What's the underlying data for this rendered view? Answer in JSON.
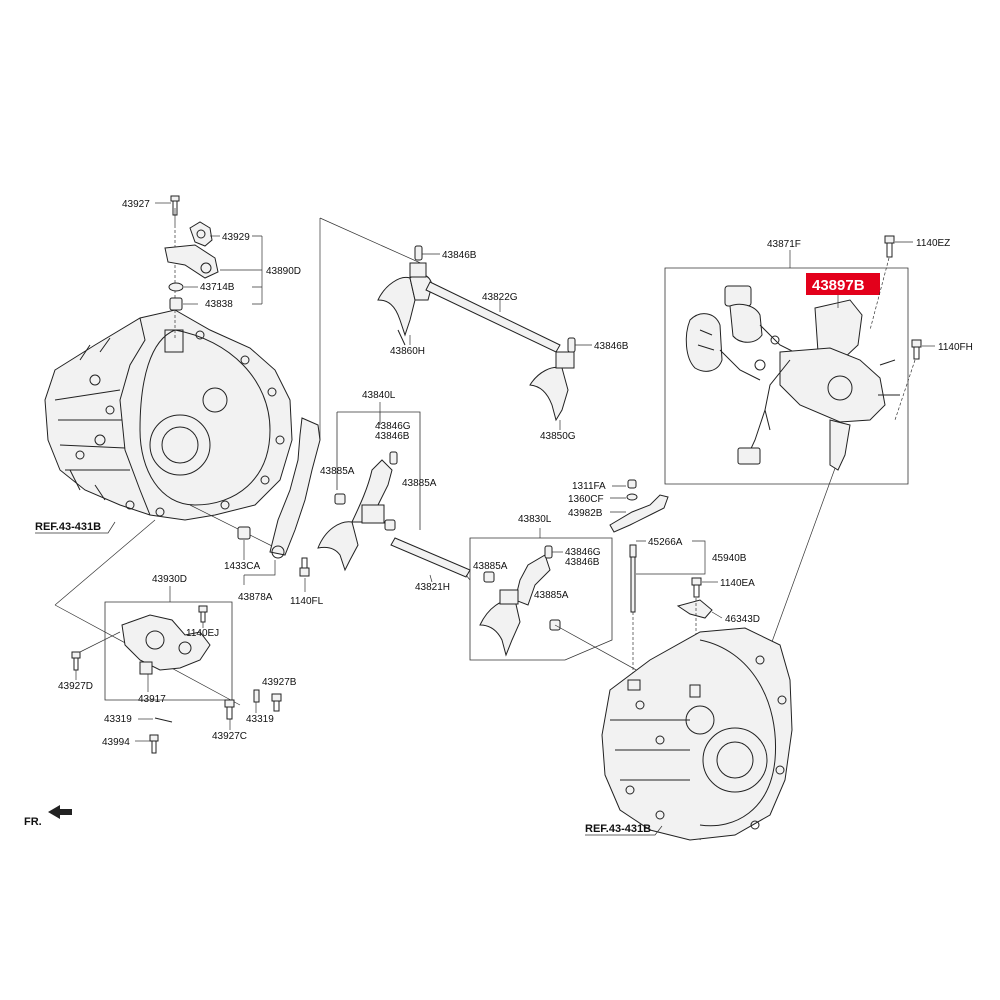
{
  "highlight": {
    "label": "43897B",
    "color": "#e3001b"
  },
  "labels": {
    "l43927": "43927",
    "l43929": "43929",
    "l43890D": "43890D",
    "l43714B": "43714B",
    "l43838": "43838",
    "l43846B_a": "43846B",
    "l43822G": "43822G",
    "l43860H": "43860H",
    "l43846B_b": "43846B",
    "l43850G": "43850G",
    "l43840L": "43840L",
    "l43846G_a": "43846G",
    "l43846B_c": "43846B",
    "l43885A_a": "43885A",
    "l43885A_b": "43885A",
    "l1433CA": "1433CA",
    "l43878A": "43878A",
    "l1140FL": "1140FL",
    "l43821H": "43821H",
    "l43830L": "43830L",
    "l43885A_c": "43885A",
    "l43846G_b": "43846G",
    "l43846B_d": "43846B",
    "l43885A_d": "43885A",
    "l1311FA": "1311FA",
    "l1360CF": "1360CF",
    "l43982B": "43982B",
    "l45266A": "45266A",
    "l45940B": "45940B",
    "l1140EA": "1140EA",
    "l46343D": "46343D",
    "l43871F": "43871F",
    "l1140EZ": "1140EZ",
    "l1140FH": "1140FH",
    "l43930D": "43930D",
    "l1140EJ": "1140EJ",
    "l43927D": "43927D",
    "l43917": "43917",
    "l43927B": "43927B",
    "l43319_a": "43319",
    "l43319_b": "43319",
    "l43927C": "43927C",
    "l43994": "43994",
    "ref_top": "REF.43-431B",
    "ref_bottom": "REF.43-431B",
    "fr": "FR."
  }
}
